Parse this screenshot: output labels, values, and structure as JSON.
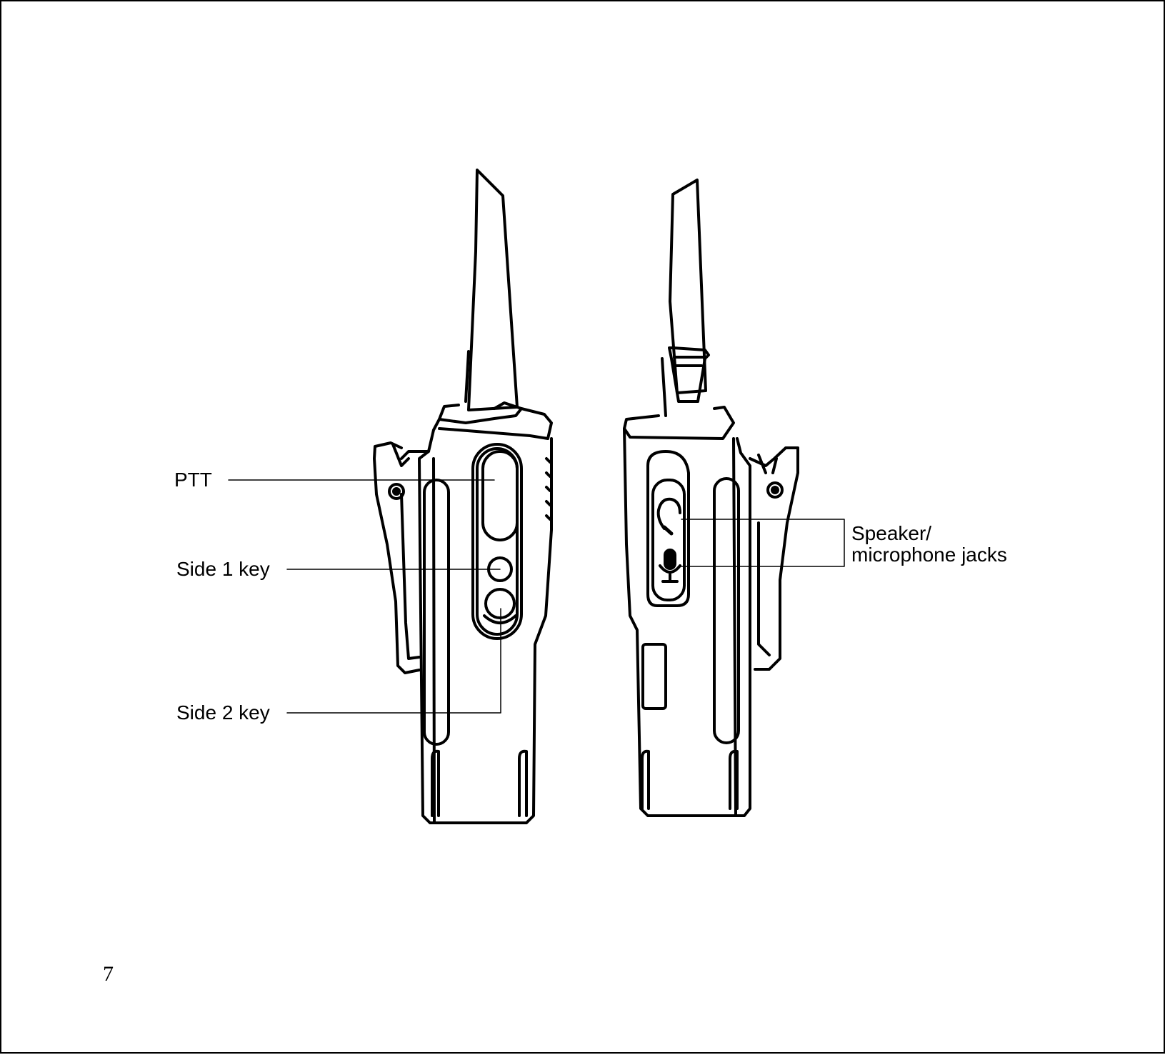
{
  "labels": {
    "ptt": "PTT",
    "side1": "Side 1 key",
    "side2": "Side 2 key",
    "jacks_line1": "Speaker/",
    "jacks_line2": "microphone jacks"
  },
  "page_number": "7",
  "colors": {
    "ink": "#000000",
    "paper": "#ffffff"
  }
}
